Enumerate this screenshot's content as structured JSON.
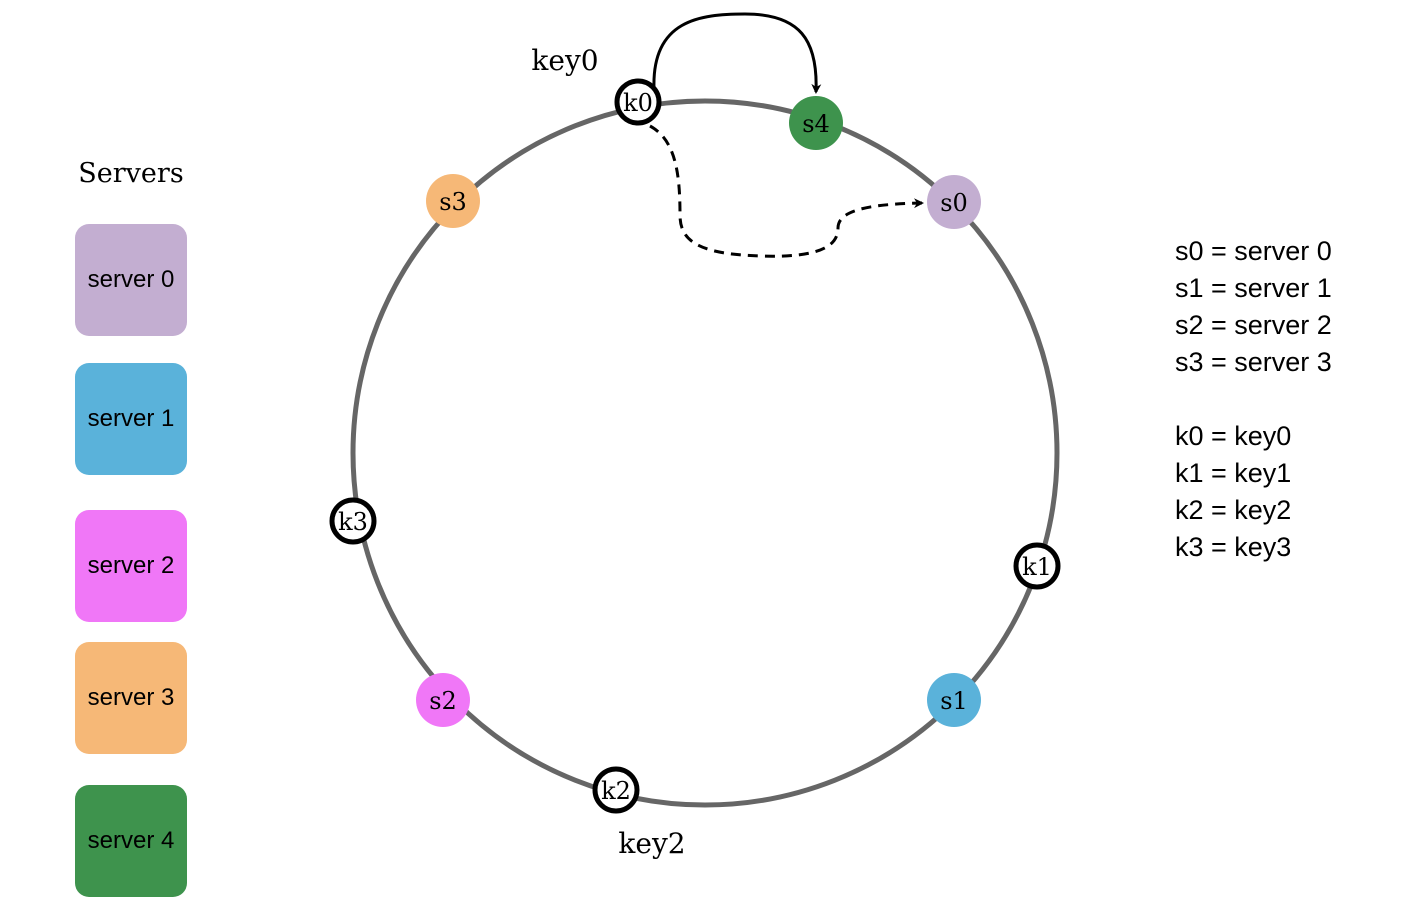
{
  "legend": {
    "title": "Servers",
    "servers": [
      {
        "label": "server 0",
        "color": "#c3aed1"
      },
      {
        "label": "server 1",
        "color": "#5ab2da"
      },
      {
        "label": "server 2",
        "color": "#f077f7"
      },
      {
        "label": "server 3",
        "color": "#f6b877"
      },
      {
        "label": "server 4",
        "color": "#3e934d"
      }
    ]
  },
  "ring": {
    "color": "#666666",
    "server_nodes": [
      {
        "label": "s0",
        "color": "#c3aed1"
      },
      {
        "label": "s1",
        "color": "#5ab2da"
      },
      {
        "label": "s2",
        "color": "#f077f7"
      },
      {
        "label": "s3",
        "color": "#f6b877"
      },
      {
        "label": "s4",
        "color": "#3e934d"
      }
    ],
    "key_nodes": [
      {
        "label": "k0"
      },
      {
        "label": "k1"
      },
      {
        "label": "k2"
      },
      {
        "label": "k3"
      }
    ],
    "key_labels": {
      "key0": "key0",
      "key2": "key2"
    }
  },
  "mapping": {
    "servers": [
      "s0 = server 0",
      "s1 = server 1",
      "s2 = server 2",
      "s3 = server 3"
    ],
    "keys": [
      "k0 = key0",
      "k1 = key1",
      "k2 = key2",
      "k3 = key3"
    ]
  }
}
